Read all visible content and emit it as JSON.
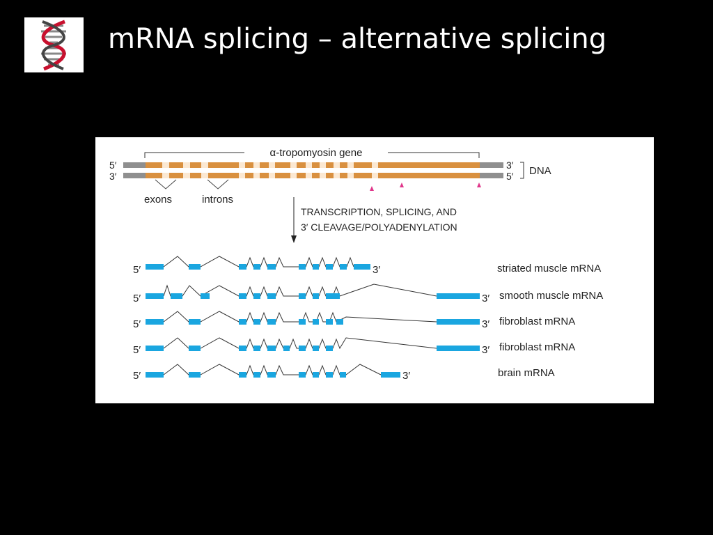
{
  "slide": {
    "title": "mRNA splicing – alternative splicing",
    "logo_icon": "dna-helix-icon",
    "background": "#000000",
    "title_color": "#ffffff"
  },
  "figure": {
    "gene_label": "α-tropomyosin gene",
    "dna_label": "DNA",
    "top_strand_5": "5′",
    "top_strand_3": "3′",
    "bottom_strand_3": "3′",
    "bottom_strand_5": "5′",
    "exons_label": "exons",
    "introns_label": "introns",
    "process_line1": "TRANSCRIPTION, SPLICING, AND",
    "process_line2": "3′ CLEAVAGE/POLYADENYLATION",
    "colors": {
      "gene_body": "#d9903f",
      "exon": "#1aa6e0",
      "polyA_site": "#e0368a",
      "flank": "#8f8f8f"
    },
    "transcripts": [
      {
        "label": "striated muscle mRNA",
        "five": "5′",
        "three": "3′"
      },
      {
        "label": "smooth muscle mRNA",
        "five": "5′",
        "three": "3′"
      },
      {
        "label": "fibroblast mRNA",
        "five": "5′",
        "three": "3′"
      },
      {
        "label": "fibroblast mRNA",
        "five": "5′",
        "three": "3′"
      },
      {
        "label": "brain mRNA",
        "five": "5′",
        "three": "3′"
      }
    ]
  }
}
